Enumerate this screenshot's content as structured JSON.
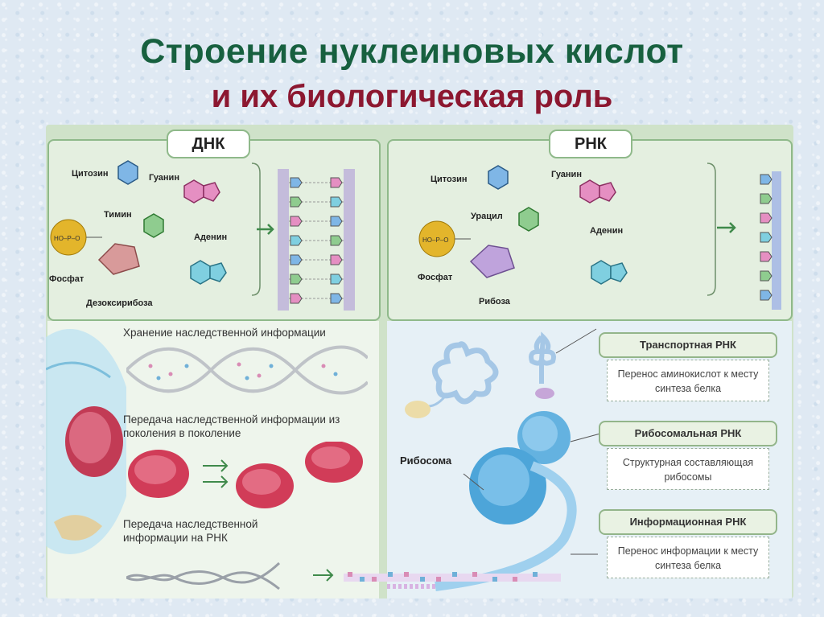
{
  "title": {
    "line1": "Строение нуклеиновых кислот",
    "line2": "и их биологическая роль"
  },
  "dna_panel": {
    "tab": "ДНК",
    "labels": {
      "cytosine": "Цитозин",
      "guanine": "Гуанин",
      "thymine": "Тимин",
      "adenine": "Аденин",
      "phosphate": "Фосфат",
      "sugar": "Дезоксирибоза"
    }
  },
  "rna_panel": {
    "tab": "РНК",
    "labels": {
      "cytosine": "Цитозин",
      "guanine": "Гуанин",
      "uracil": "Урацил",
      "adenine": "Аденин",
      "phosphate": "Фосфат",
      "sugar": "Рибоза"
    }
  },
  "dna_functions": [
    "Хранение наследственной информации",
    "Передача наследственной информации из поколения в поколение",
    "Передача наследственной информации на РНК"
  ],
  "ribosome_label": "Рибосома",
  "rna_types": [
    {
      "name": "Транспортная РНК",
      "desc": "Перенос аминокислот к месту синтеза белка"
    },
    {
      "name": "Рибосомальная РНК",
      "desc": "Структурная составляющая рибосомы"
    },
    {
      "name": "Информационная РНК",
      "desc": "Перенос информации к месту синтеза белка"
    }
  ],
  "colors": {
    "title_green": "#17603f",
    "title_red": "#8c1730",
    "panel_green": "#cfe2c9",
    "cytosine": "#7fb6e6",
    "guanine": "#e58fc2",
    "thymine": "#8fcc8f",
    "adenine": "#7fcfe0",
    "phosphate": "#e3b52b",
    "sugar": "#d89a9a",
    "ribose": "#bfa3dc"
  }
}
